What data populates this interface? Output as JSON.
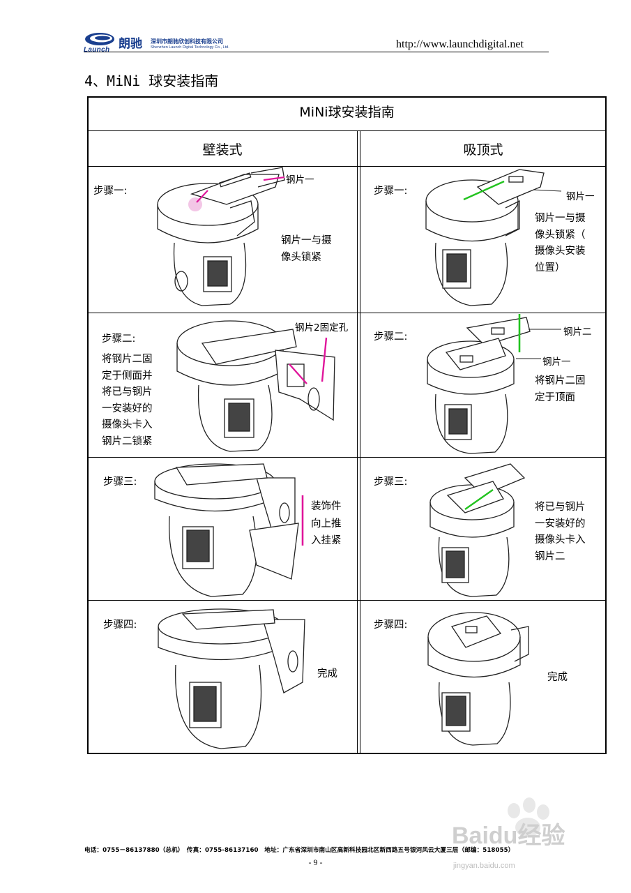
{
  "header": {
    "logo_word": "Launch",
    "logo_cn": "朗驰",
    "company_cn": "深圳市朗驰欣创科技有限公司",
    "company_en": "Shenzhen Launch Digital Technology Co., Ltd.",
    "url": "http://www.launchdigital.net"
  },
  "section_title": "4、MiNi 球安装指南",
  "table": {
    "title": "MiNi球安装指南",
    "columns": [
      "壁装式",
      "吸顶式"
    ],
    "wall": [
      {
        "step": "步骤一:",
        "note": [
          "钢片一与摄",
          "像头锁紧"
        ],
        "callouts": [
          "钢片一"
        ]
      },
      {
        "step": "步骤二:",
        "note": [
          "将钢片二固",
          "定于侧面并",
          "将已与钢片",
          "一安装好的",
          "摄像头卡入",
          "钢片二锁紧"
        ],
        "callouts": [
          "钢片2固定孔"
        ]
      },
      {
        "step": "步骤三:",
        "note": [
          "装饰件",
          "向上推",
          "入挂紧"
        ],
        "callouts": []
      },
      {
        "step": "步骤四:",
        "note": [
          "完成"
        ],
        "callouts": []
      }
    ],
    "ceiling": [
      {
        "step": "步骤一:",
        "note": [
          "钢片一与摄",
          "像头锁紧（",
          "摄像头安装",
          "位置）"
        ],
        "callouts": [
          "钢片一"
        ]
      },
      {
        "step": "步骤二:",
        "note": [
          "将钢片二固",
          "定于顶面"
        ],
        "callouts": [
          "钢片二",
          "钢片一"
        ]
      },
      {
        "step": "步骤三:",
        "note": [
          "将已与钢片",
          "一安装好的",
          "摄像头卡入",
          "钢片二"
        ],
        "callouts": []
      },
      {
        "step": "步骤四:",
        "note": [
          "完成"
        ],
        "callouts": []
      }
    ]
  },
  "footer": {
    "contact": "电话：0755－86137880（总机）　传真：0755-86137160　地址：广东省深圳市南山区高新科技园北区新西路五号银河风云大厦三层（邮编：518055）",
    "page": "- 9 -"
  },
  "watermark": {
    "brand": "Baidu经验",
    "url": "jingyan.baidu.com"
  },
  "colors": {
    "magenta": "#e0169b",
    "green": "#22c31f",
    "brand_blue": "#1a3f8f"
  }
}
